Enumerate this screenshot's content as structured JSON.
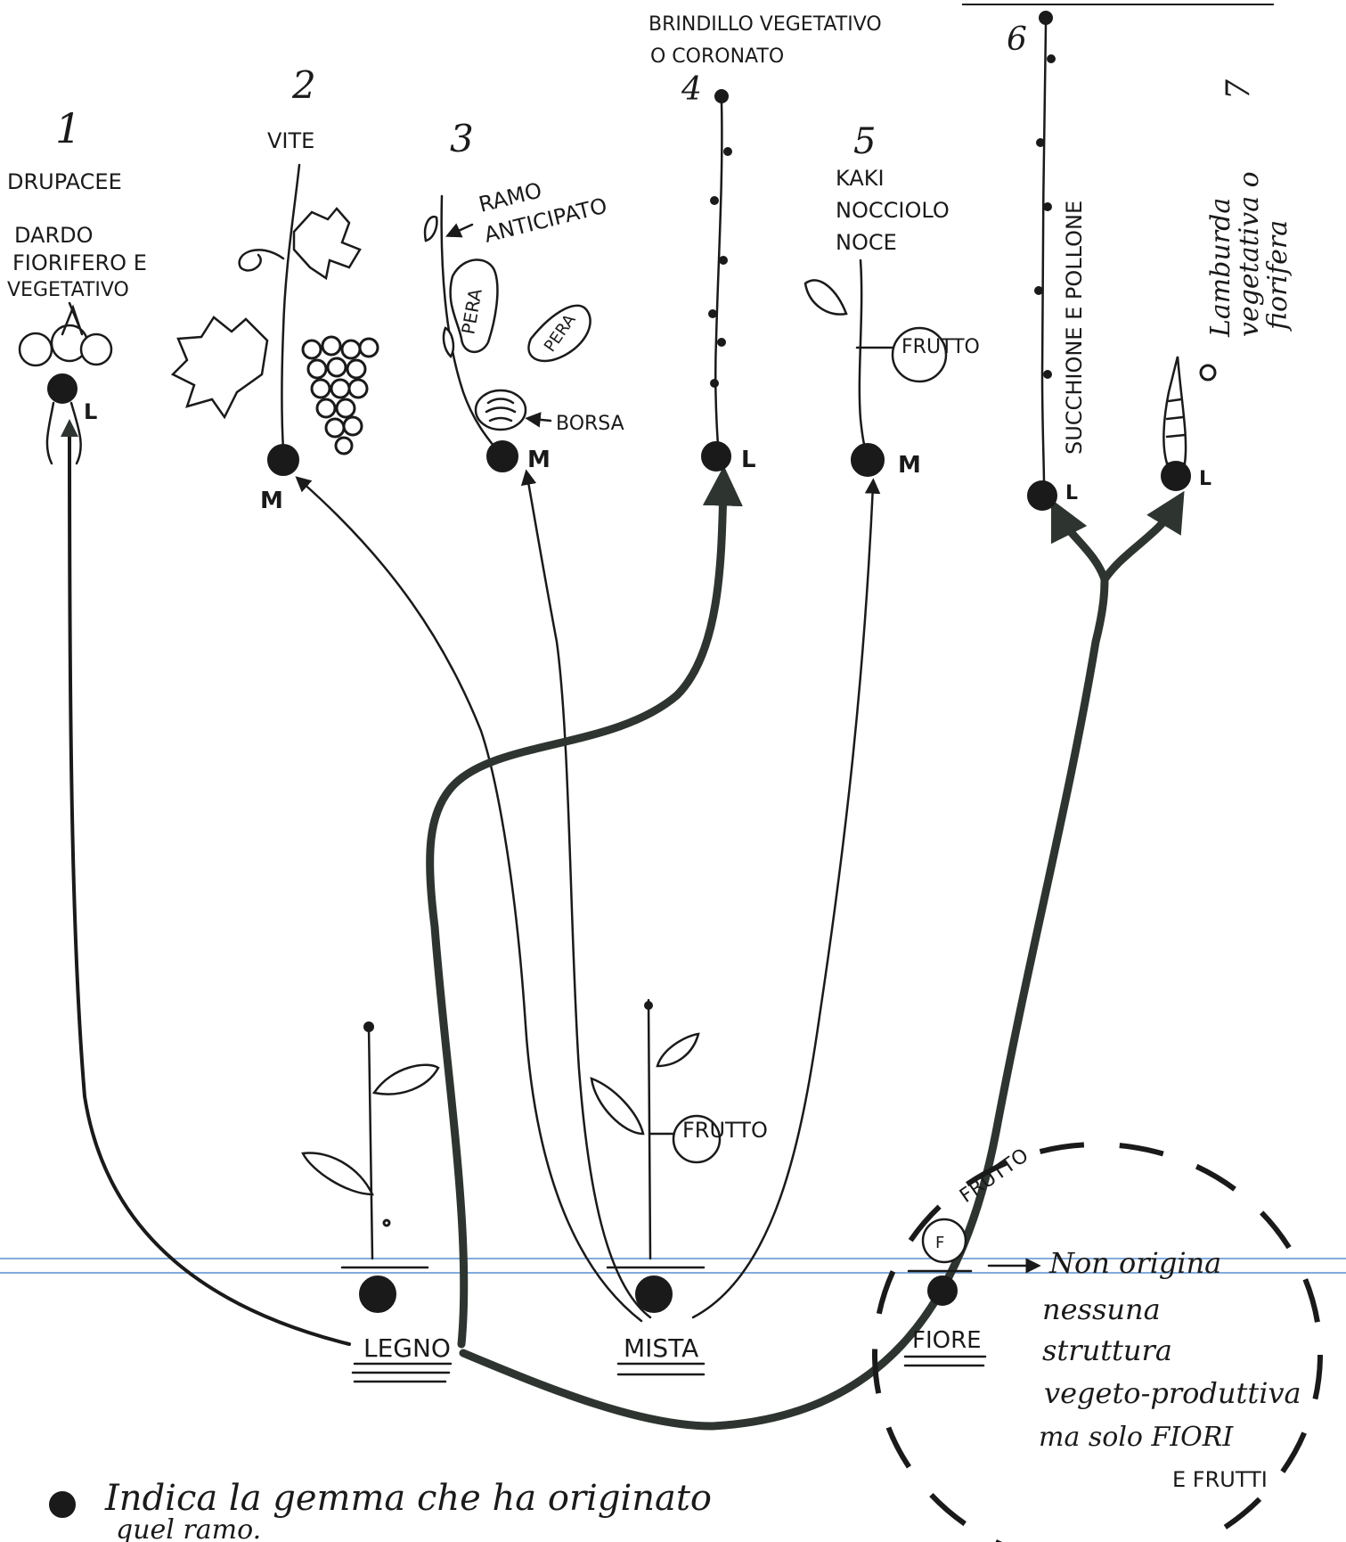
{
  "branches": [
    {
      "number": "1",
      "title": [
        "DRUPACEE",
        "DARDO",
        "FIORIFERO E",
        "VEGETATIVO"
      ],
      "bud_letter": "L"
    },
    {
      "number": "2",
      "title": [
        "VITE"
      ],
      "bud_letter": "M"
    },
    {
      "number": "3",
      "title": [
        "RAMO",
        "ANTICIPATO"
      ],
      "bud_letter": "M",
      "labels": {
        "fruit_a": "PERA",
        "fruit_b": "PERA",
        "purse": "BORSA"
      }
    },
    {
      "number": "4",
      "title": [
        "BRINDILLO VEGETATIVO",
        "O CORONATO"
      ],
      "bud_letter": "L"
    },
    {
      "number": "5",
      "title": [
        "KAKI",
        "NOCCIOLO",
        "NOCE"
      ],
      "bud_letter": "M",
      "fruit_label": "FRUTTO"
    },
    {
      "number": "6",
      "title": [
        "SUCCHIONE E POLLONE"
      ],
      "bud_letter": "L"
    },
    {
      "number": "7",
      "title": [
        "Lamburda",
        "vegetativa o",
        "fiorifera"
      ],
      "bud_letter": "L"
    }
  ],
  "buds": {
    "wood": "LEGNO",
    "mixed": "MISTA",
    "mixed_fruit": "FRUTTO",
    "flower": "FIORE",
    "flower_fruit": "FRUTTO"
  },
  "flower_note": [
    "Non origina",
    "nessuna",
    "struttura",
    "vegeto-produttiva",
    "ma solo FIORI",
    "E FRUTTI"
  ],
  "legend": [
    "Indica la gemma che ha originato",
    "quel ramo."
  ]
}
